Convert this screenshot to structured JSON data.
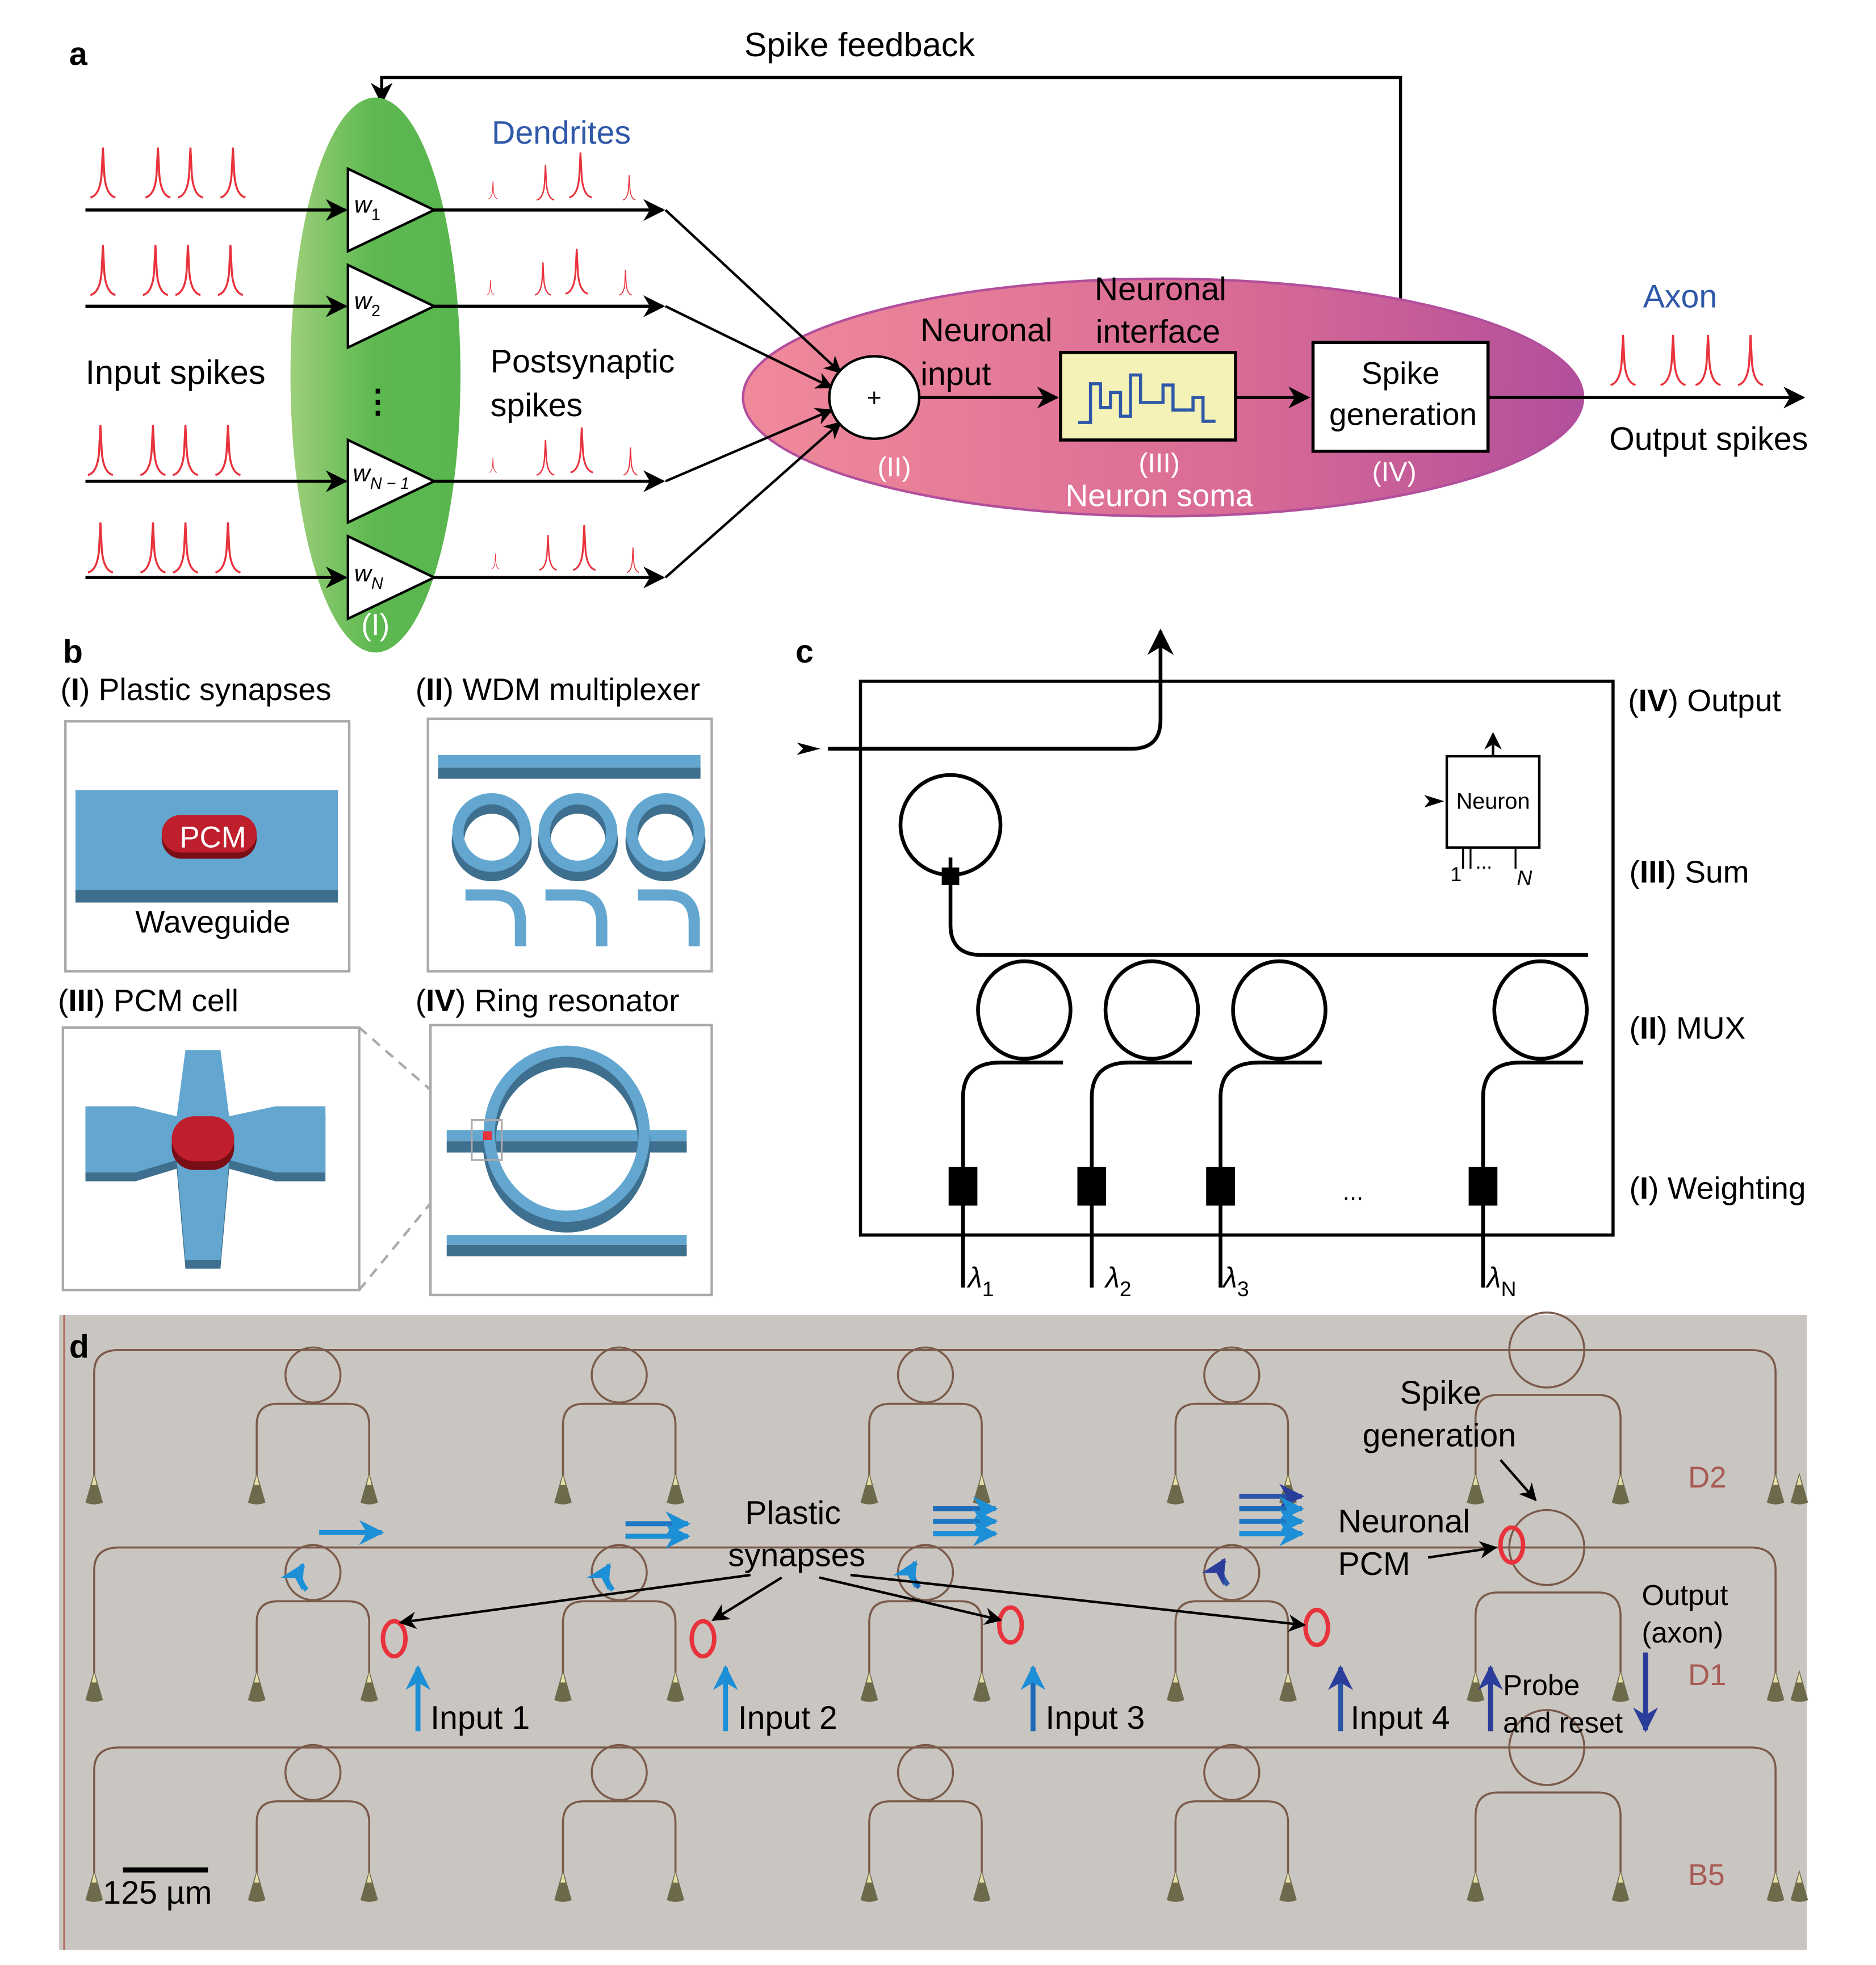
{
  "panels": {
    "a": {
      "label": "a",
      "spike_feedback": "Spike feedback",
      "dendrites": "Dendrites",
      "input_spikes": "Input spikes",
      "postsynaptic_line1": "Postsynaptic",
      "postsynaptic_line2": "spikes",
      "weights": [
        {
          "base": "w",
          "sub": "1"
        },
        {
          "base": "w",
          "sub": "2"
        },
        {
          "base": "w",
          "sub": "N − 1"
        },
        {
          "base": "w",
          "sub": "N"
        }
      ],
      "vdots": "⋮",
      "synapse_stage": "(I)",
      "sum_symbol": "+",
      "sum_stage": "(II)",
      "neuronal_input_line1": "Neuronal",
      "neuronal_input_line2": "input",
      "interface_line1": "Neuronal",
      "interface_line2": "interface",
      "interface_stage": "(III)",
      "soma": "Neuron soma",
      "spike_gen_line1": "Spike",
      "spike_gen_line2": "generation",
      "spike_gen_stage": "(IV)",
      "axon": "Axon",
      "output_spikes": "Output spikes",
      "colors": {
        "synapse_green": "#5cb84f",
        "soma_pink": "#e8748f",
        "soma_purple": "#b24f9c",
        "spike_red": "#e8323c",
        "label_blue": "#2f58a8",
        "interface_yellow": "#f5f2b8"
      }
    },
    "b": {
      "label": "b",
      "sub1_num": "I",
      "sub1_title": "Plastic synapses",
      "sub2_num": "II",
      "sub2_title": "WDM multiplexer",
      "sub3_num": "III",
      "sub3_title": "PCM cell",
      "sub4_num": "IV",
      "sub4_title": "Ring resonator",
      "pcm": "PCM",
      "waveguide": "Waveguide",
      "colors": {
        "waveguide_top": "#63a7d0",
        "waveguide_side": "#3f6f8e",
        "pcm_red": "#bf1e2d"
      }
    },
    "c": {
      "label": "c",
      "rows": [
        {
          "num": "IV",
          "text": "Output"
        },
        {
          "num": "III",
          "text": "Sum"
        },
        {
          "num": "II",
          "text": "MUX"
        },
        {
          "num": "I",
          "text": "Weighting"
        }
      ],
      "neuron": "Neuron",
      "neuron_in_first": "1",
      "neuron_in_last": "N",
      "ellipsis": "...",
      "wavelengths": [
        {
          "sym": "λ",
          "sub": "1"
        },
        {
          "sym": "λ",
          "sub": "2"
        },
        {
          "sym": "λ",
          "sub": "3"
        },
        {
          "sym": "λ",
          "sub": "N"
        }
      ]
    },
    "d": {
      "label": "d",
      "plastic_line1": "Plastic",
      "plastic_line2": "synapses",
      "spike_gen_line1": "Spike",
      "spike_gen_line2": "generation",
      "neuronal_line1": "Neuronal",
      "neuronal_line2": "PCM",
      "inputs": [
        "Input 1",
        "Input 2",
        "Input 3",
        "Input 4"
      ],
      "probe_line1": "Probe",
      "probe_line2": "and reset",
      "output_line1": "Output",
      "output_line2": "(axon)",
      "chip_labels": [
        "D2",
        "D1",
        "B5"
      ],
      "scale_bar": "125 µm",
      "colors": {
        "background": "#c9c5c0",
        "marker_red": "#e8323c",
        "arrow_light": "#1c8fd6",
        "arrow_dark": "#2a3d9a"
      }
    }
  }
}
